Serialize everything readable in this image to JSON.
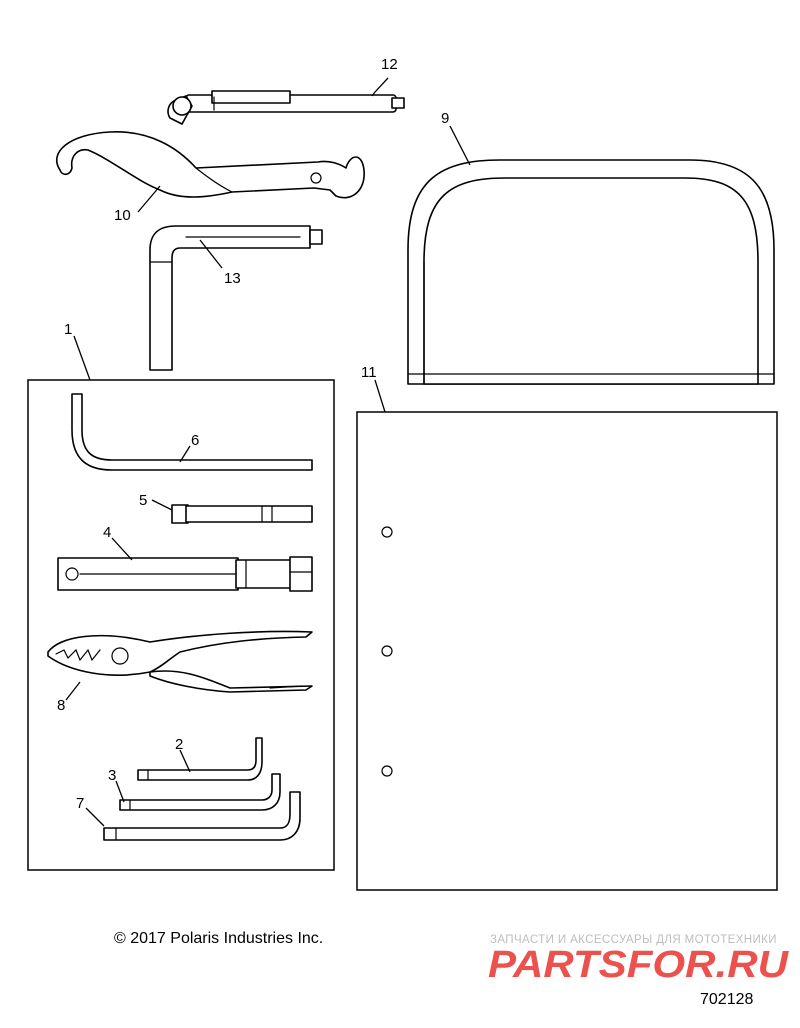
{
  "callouts": {
    "c1": "1",
    "c2": "2",
    "c3": "3",
    "c4": "4",
    "c5": "5",
    "c6": "6",
    "c7": "7",
    "c8": "8",
    "c9": "9",
    "c10": "10",
    "c11": "11",
    "c12": "12",
    "c13": "13"
  },
  "footer": {
    "copyright": "© 2017 Polaris Industries Inc.",
    "reference_number": "702128"
  },
  "watermark": {
    "tagline": "ЗАПЧАСТИ И АКСЕССУАРЫ ДЛЯ МОТОТЕХНИКИ",
    "logo_text": "PARTSFOR.RU",
    "color": "#e8332e"
  }
}
